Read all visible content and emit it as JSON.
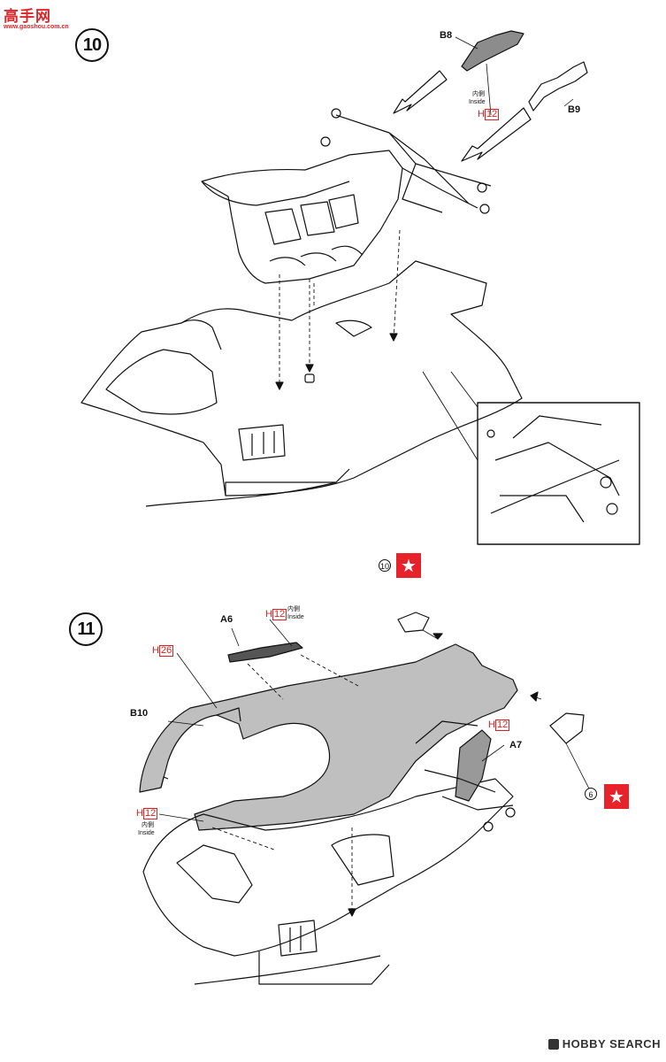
{
  "watermark": {
    "chinese": "高手网",
    "url": "www.gaoshou.com.cn"
  },
  "steps": [
    {
      "number": "10"
    },
    {
      "number": "11"
    }
  ],
  "step10": {
    "labels": {
      "b8": "B8",
      "b9": "B9"
    },
    "inside_note": {
      "jp": "内側",
      "en": "Inside"
    },
    "h_ref": {
      "letter": "H",
      "num": "12"
    }
  },
  "step11": {
    "labels": {
      "a6": "A6",
      "b10": "B10",
      "a7": "A7"
    },
    "h_refs": [
      {
        "letter": "H",
        "num": "12",
        "jp": "内側",
        "en": "Inside"
      },
      {
        "letter": "H",
        "num": "26"
      },
      {
        "letter": "H",
        "num": "12"
      },
      {
        "letter": "H",
        "num": "12",
        "jp": "内側",
        "en": "Inside"
      }
    ],
    "callouts": [
      "10",
      "6"
    ],
    "star_color": "#e8222a"
  },
  "footer": {
    "brand": "HOBBY SEARCH"
  }
}
